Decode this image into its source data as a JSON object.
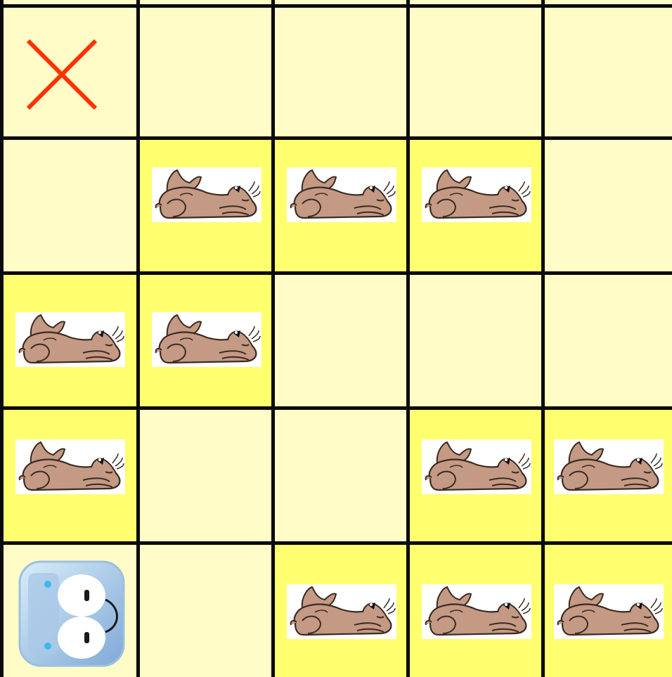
{
  "board": {
    "rows": 5,
    "cols": 5,
    "colors": {
      "light": "#fffcc8",
      "highlight": "#ffff70",
      "grid": "#0a0a0a",
      "goal": "#ff3300"
    },
    "highlighted": [
      [
        false,
        false,
        false,
        false,
        false
      ],
      [
        false,
        true,
        true,
        true,
        false
      ],
      [
        true,
        true,
        false,
        false,
        false
      ],
      [
        true,
        false,
        false,
        true,
        true
      ],
      [
        false,
        false,
        true,
        true,
        true
      ]
    ],
    "items": [
      [
        "goal-x",
        "",
        "",
        "",
        ""
      ],
      [
        "",
        "sleeping-dog",
        "sleeping-dog",
        "sleeping-dog",
        ""
      ],
      [
        "sleeping-dog",
        "sleeping-dog",
        "",
        "",
        ""
      ],
      [
        "sleeping-dog",
        "",
        "",
        "sleeping-dog",
        "sleeping-dog"
      ],
      [
        "robot-vacuum",
        "",
        "sleeping-dog",
        "sleeping-dog",
        "sleeping-dog"
      ]
    ]
  }
}
